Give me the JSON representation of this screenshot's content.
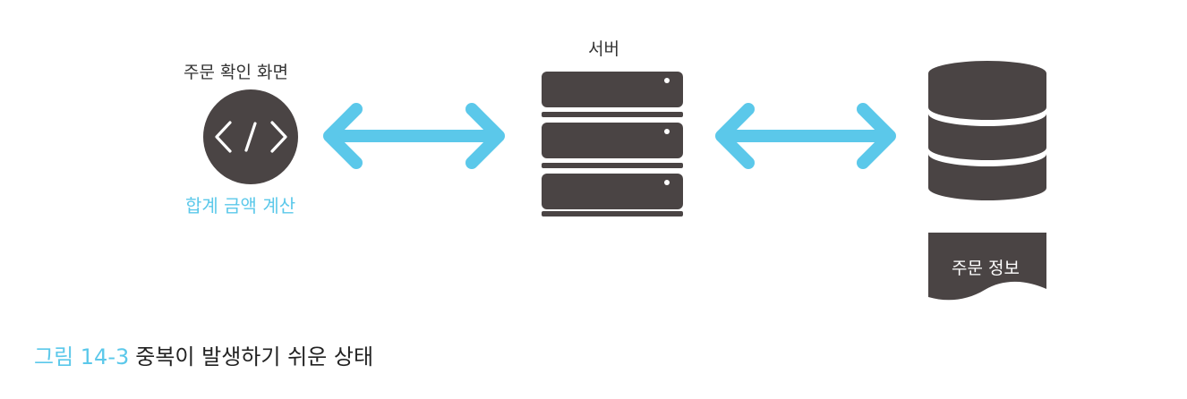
{
  "client": {
    "title": "주문 확인 화면",
    "code_icon_text": "< / >",
    "subtitle": "합계 금액 계산"
  },
  "server": {
    "title": "서버"
  },
  "database": {
    "document_label": "주문 정보"
  },
  "caption": {
    "prefix": "그림 14-3",
    "text": "중복이 발생하기 쉬운 상태"
  },
  "colors": {
    "accent": "#5bc8ea",
    "icon_dark": "#4a4444",
    "text": "#333333"
  }
}
